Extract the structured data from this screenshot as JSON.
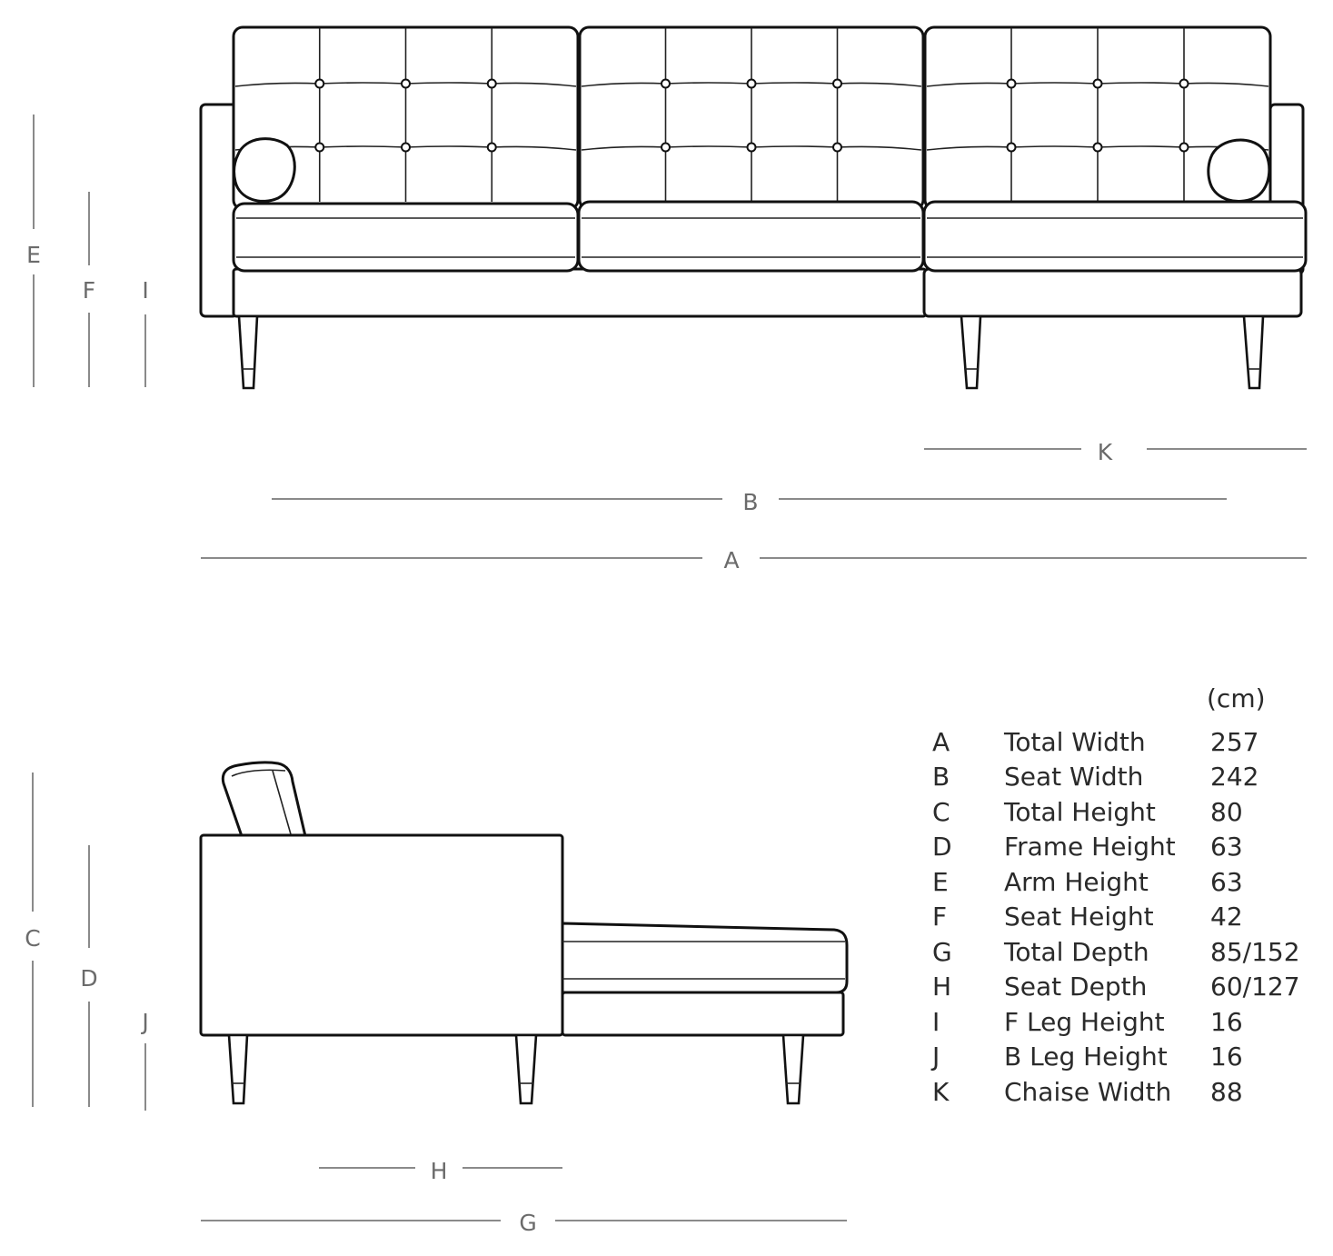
{
  "dimension_letters": {
    "front": [
      "E",
      "F",
      "I",
      "K",
      "B",
      "A"
    ],
    "side": [
      "C",
      "D",
      "J",
      "H",
      "G"
    ]
  },
  "table": {
    "unit": "(cm)",
    "rows": [
      {
        "key": "A",
        "name": "Total Width",
        "value": "257"
      },
      {
        "key": "B",
        "name": "Seat Width",
        "value": "242"
      },
      {
        "key": "C",
        "name": "Total Height",
        "value": "80"
      },
      {
        "key": "D",
        "name": "Frame Height",
        "value": "63"
      },
      {
        "key": "E",
        "name": "Arm Height",
        "value": "63"
      },
      {
        "key": "F",
        "name": "Seat Height",
        "value": "42"
      },
      {
        "key": "G",
        "name": "Total Depth",
        "value": "85/152"
      },
      {
        "key": "H",
        "name": "Seat Depth",
        "value": "60/127"
      },
      {
        "key": "I",
        "name": "F Leg Height",
        "value": "16"
      },
      {
        "key": "J",
        "name": "B Leg Height",
        "value": "16"
      },
      {
        "key": "K",
        "name": "Chaise Width",
        "value": "88"
      }
    ]
  },
  "colors": {
    "outline": "#111111",
    "dimension": "#8a8a8a",
    "label": "#6b6b6b"
  }
}
